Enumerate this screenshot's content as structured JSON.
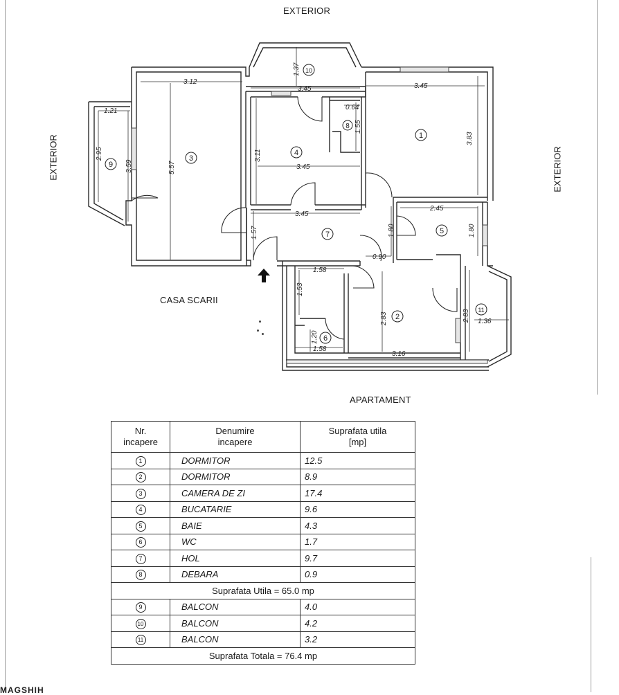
{
  "labels": {
    "exterior_top": "EXTERIOR",
    "exterior_left": "EXTERIOR",
    "exterior_right": "EXTERIOR",
    "casa_scarii": "CASA SCARII",
    "apartament": "APARTAMENT",
    "bottom_fragment": "MAGSHIH"
  },
  "plan": {
    "room_numbers": [
      "1",
      "2",
      "3",
      "4",
      "5",
      "6",
      "7",
      "8",
      "9",
      "10",
      "11"
    ],
    "dimensions": {
      "d312": "3.12",
      "d345_top": "3.45",
      "d345_r1": "3.45",
      "d121": "1.21",
      "d064": "0.64",
      "d137": "1.37",
      "d155": "1.55",
      "d295": "2.95",
      "d359": "3.59",
      "d557": "5.57",
      "d311": "3.11",
      "d345_kitchen": "3.45",
      "d383": "3.83",
      "d345_hall": "3.45",
      "d245": "2.45",
      "d157": "1.57",
      "d180a": "1.80",
      "d180b": "1.80",
      "d090": "0.90",
      "d158a": "1.58",
      "d153": "1.53",
      "d283a": "2.83",
      "d283b": "2.83",
      "d136": "1.36",
      "d120": "1.20",
      "d158b": "1.58",
      "d316": "3.16"
    }
  },
  "table": {
    "headers": {
      "nr_line1": "Nr.",
      "nr_line2": "incapere",
      "name_line1": "Denumire",
      "name_line2": "incapere",
      "area_line1": "Suprafata utila",
      "area_line2": "[mp]"
    },
    "rows": [
      {
        "nr": "1",
        "name": "DORMITOR",
        "area": "12.5"
      },
      {
        "nr": "2",
        "name": "DORMITOR",
        "area": "8.9"
      },
      {
        "nr": "3",
        "name": "CAMERA DE ZI",
        "area": "17.4"
      },
      {
        "nr": "4",
        "name": "BUCATARIE",
        "area": "9.6"
      },
      {
        "nr": "5",
        "name": "BAIE",
        "area": "4.3"
      },
      {
        "nr": "6",
        "name": "WC",
        "area": "1.7"
      },
      {
        "nr": "7",
        "name": "HOL",
        "area": "9.7"
      },
      {
        "nr": "8",
        "name": "DEBARA",
        "area": "0.9"
      }
    ],
    "utila_total": "Suprafata Utila = 65.0 mp",
    "balcony_rows": [
      {
        "nr": "9",
        "name": "BALCON",
        "area": "4.0"
      },
      {
        "nr": "10",
        "name": "BALCON",
        "area": "4.2"
      },
      {
        "nr": "11",
        "name": "BALCON",
        "area": "3.2"
      }
    ],
    "grand_total": "Suprafata Totala = 76.4 mp"
  }
}
